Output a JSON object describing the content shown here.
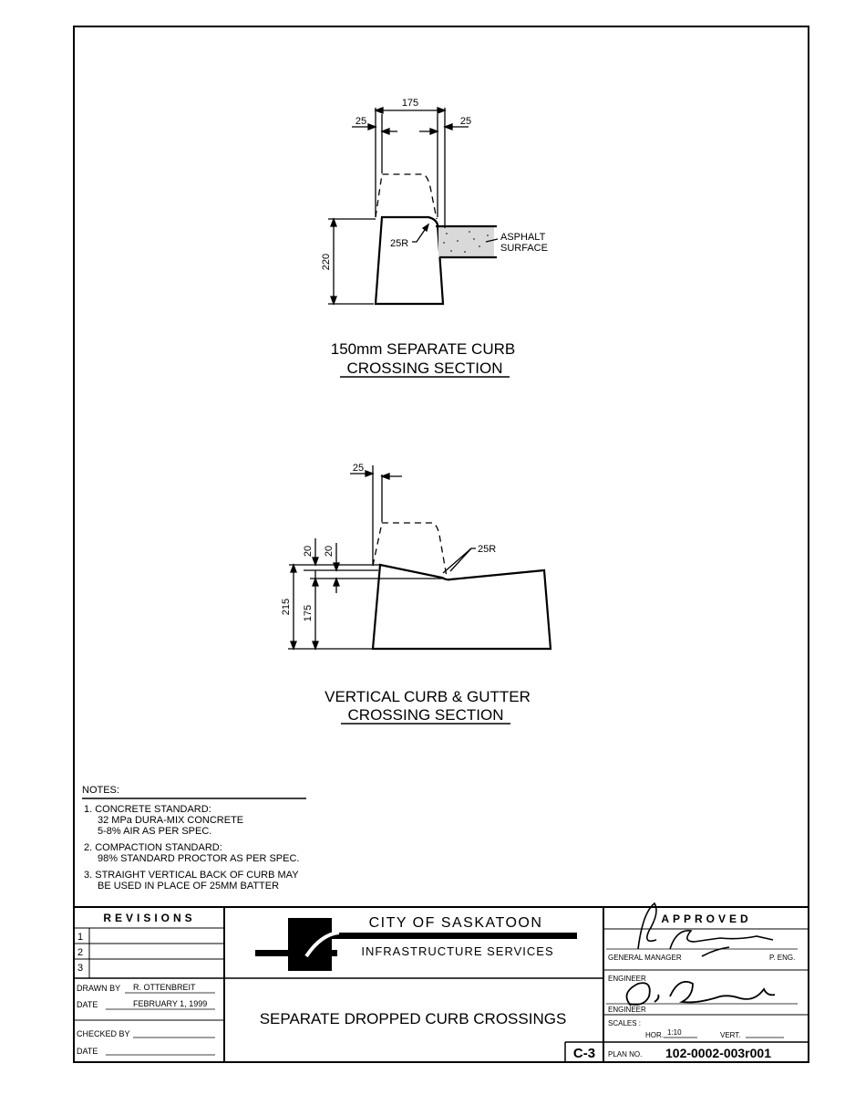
{
  "detail1": {
    "dim_top": "175",
    "dim_left": "25",
    "dim_right": "25",
    "dim_height": "220",
    "radius": "25R",
    "asphalt_line1": "ASPHALT",
    "asphalt_line2": "SURFACE",
    "title_line1": "150mm SEPARATE CURB",
    "title_line2": "CROSSING SECTION"
  },
  "detail2": {
    "dim_top": "25",
    "dim_20a": "20",
    "dim_20b": "20",
    "dim_215": "215",
    "dim_175": "175",
    "radius": "25R",
    "title_line1": "VERTICAL CURB & GUTTER",
    "title_line2": "CROSSING SECTION"
  },
  "notes": {
    "heading": "NOTES:",
    "items": [
      "1. CONCRETE STANDARD:",
      "32 MPa DURA-MIX CONCRETE",
      "5-8% AIR AS PER SPEC.",
      "2. COMPACTION STANDARD:",
      "98% STANDARD PROCTOR AS PER SPEC.",
      "3. STRAIGHT VERTICAL BACK OF CURB MAY",
      "BE USED IN PLACE OF 25MM BATTER"
    ]
  },
  "title_block": {
    "revisions_label": "REVISIONS",
    "rev_numbers": [
      "1",
      "2",
      "3"
    ],
    "drawn_by_label": "DRAWN BY",
    "drawn_by_value": "R. OTTENBREIT",
    "date_label": "DATE",
    "date_value": "FEBRUARY 1, 1999",
    "checked_by_label": "CHECKED BY",
    "date2_label": "DATE",
    "org_name": "CITY OF SASKATOON",
    "dept_name": "INFRASTRUCTURE SERVICES",
    "drawing_title": "SEPARATE DROPPED CURB CROSSINGS",
    "sheet_id": "C-3",
    "approved_label": "APPROVED",
    "gm_label": "GENERAL MANAGER",
    "peng_label": "P. ENG.",
    "engineer_label": "ENGINEER",
    "engineer_label2": "ENGINEER",
    "scales_label": "SCALES :",
    "hor_label": "HOR.",
    "hor_value": "1:10",
    "vert_label": "VERT.",
    "plan_no_label": "PLAN NO.",
    "plan_no_value": "102-0002-003r001"
  }
}
